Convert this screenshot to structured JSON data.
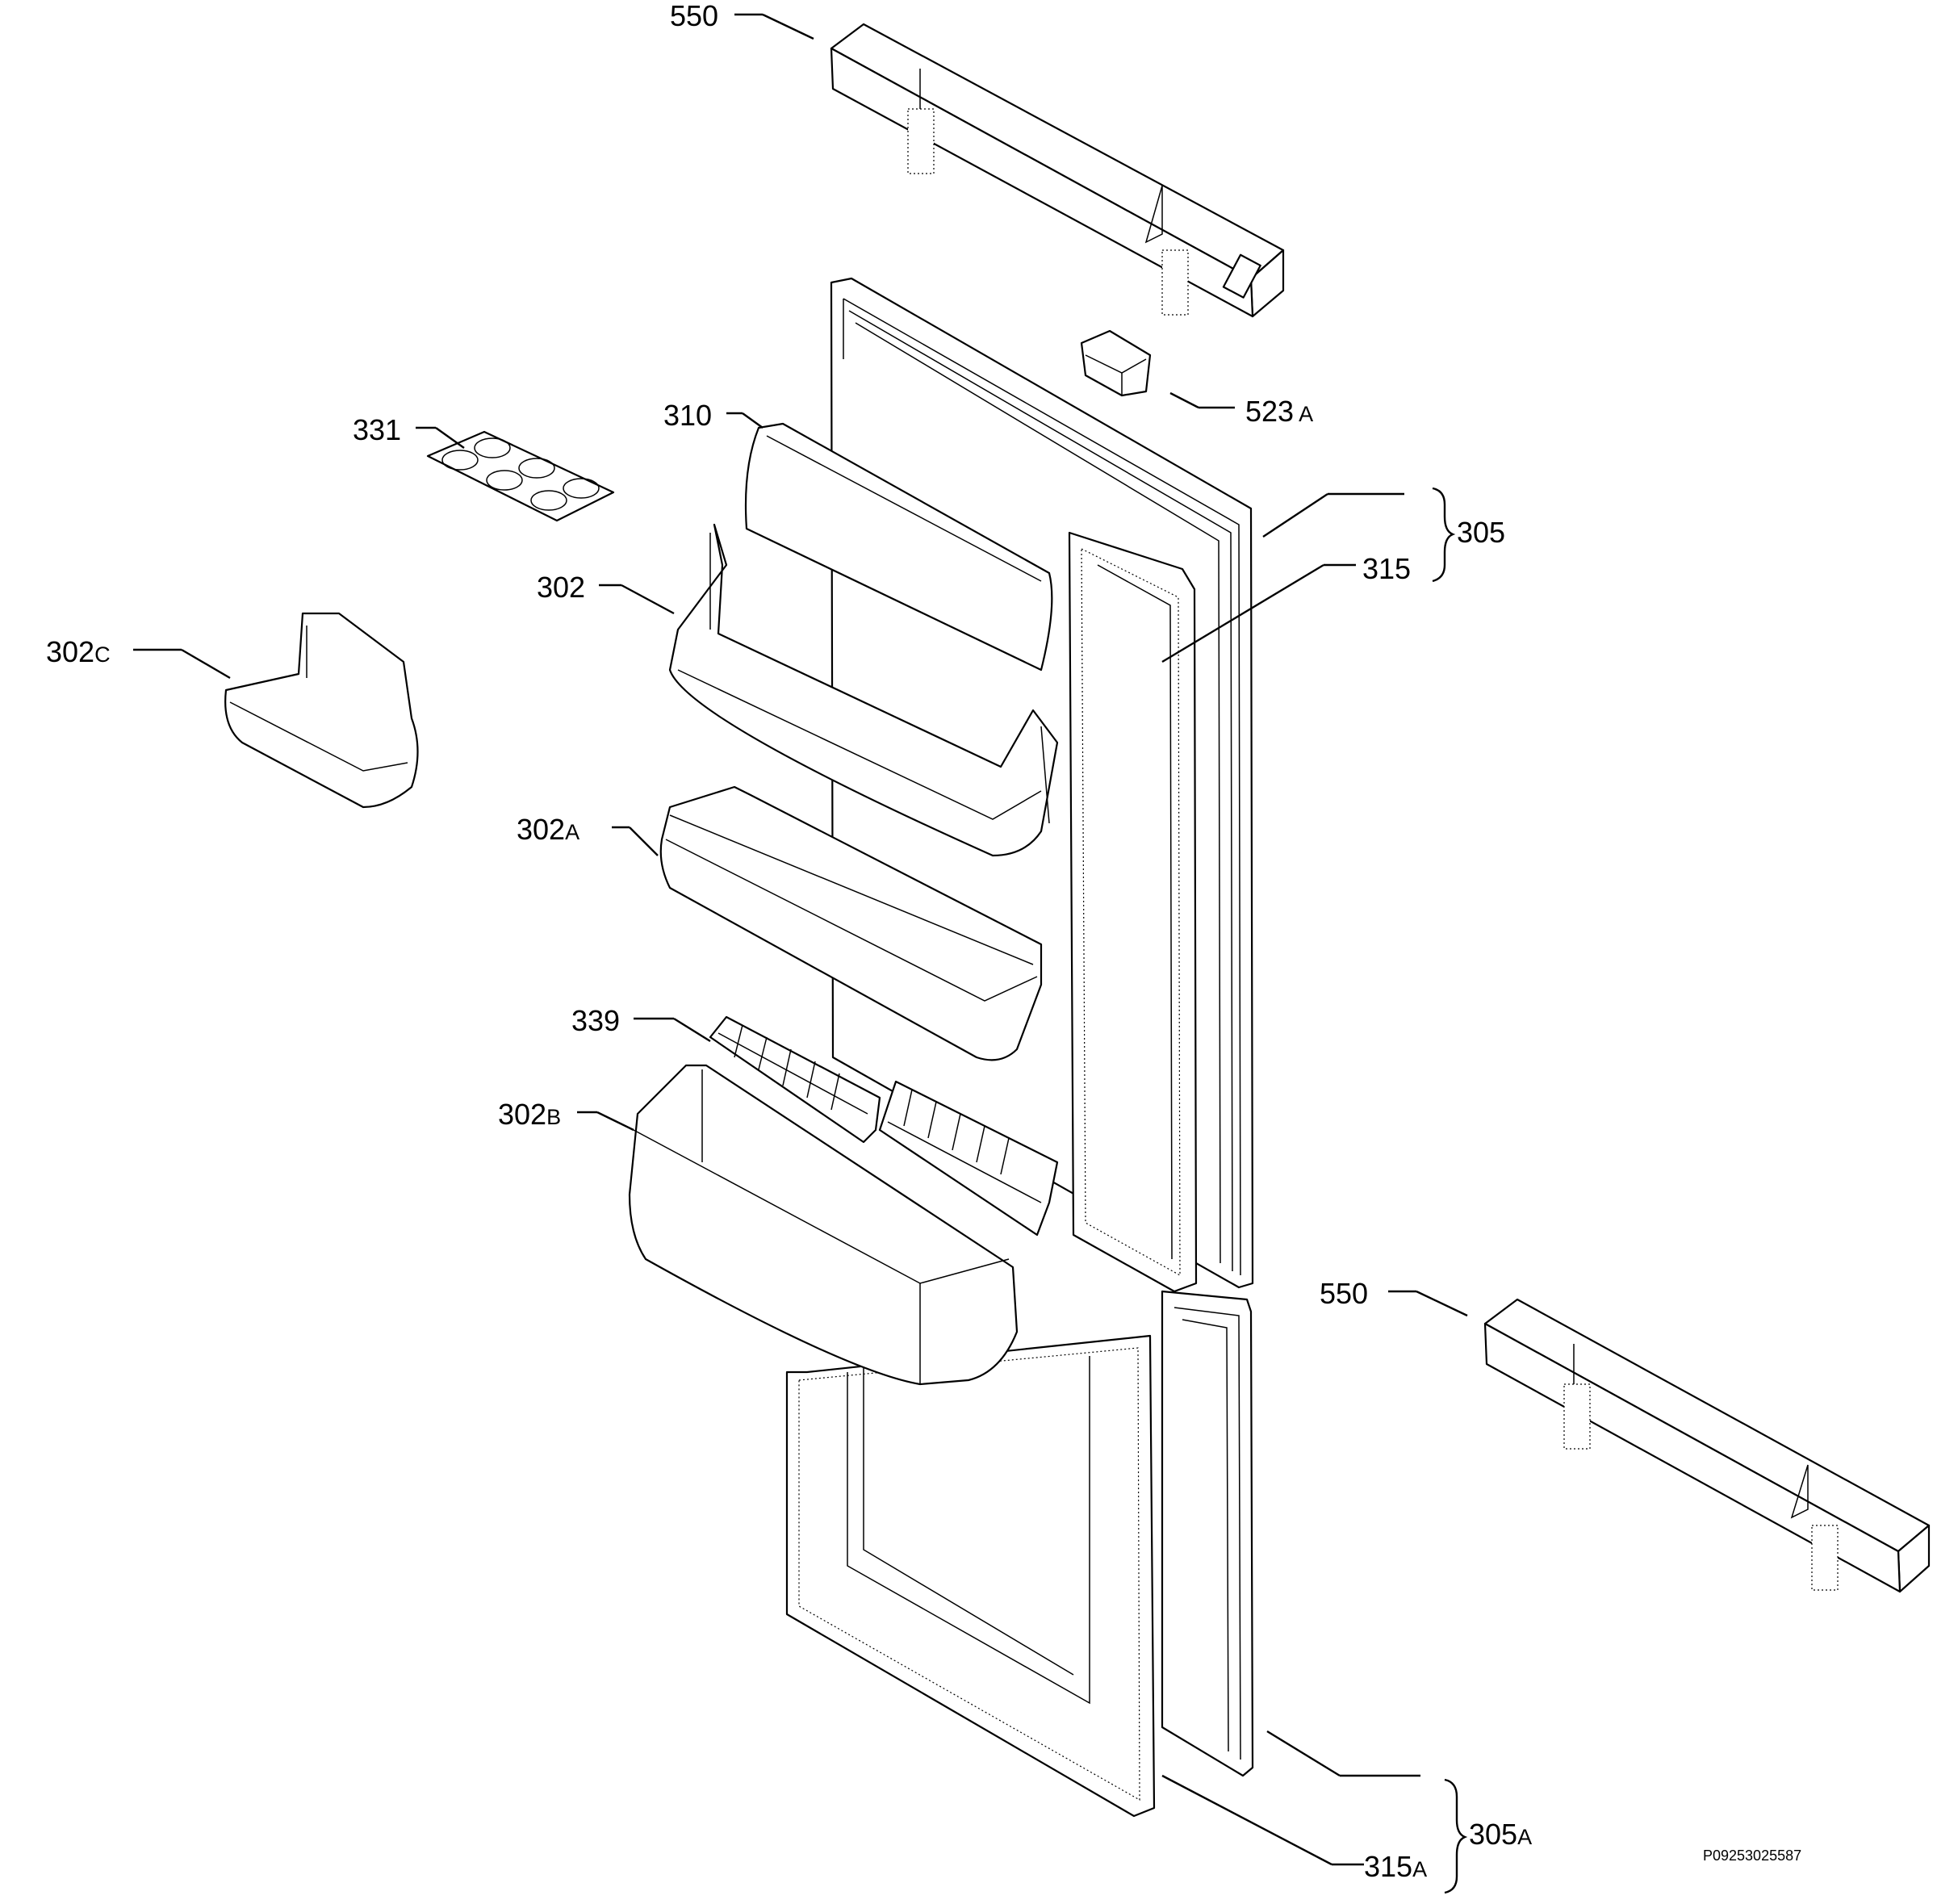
{
  "labels": [
    {
      "id": "550_top",
      "num": "550",
      "suffix": ""
    },
    {
      "id": "523a",
      "num": "523",
      "suffix": "A"
    },
    {
      "id": "331",
      "num": "331",
      "suffix": ""
    },
    {
      "id": "310",
      "num": "310",
      "suffix": ""
    },
    {
      "id": "305",
      "num": "305",
      "suffix": ""
    },
    {
      "id": "315",
      "num": "315",
      "suffix": ""
    },
    {
      "id": "302",
      "num": "302",
      "suffix": ""
    },
    {
      "id": "302c",
      "num": "302",
      "suffix": "C"
    },
    {
      "id": "302a",
      "num": "302",
      "suffix": "A"
    },
    {
      "id": "339",
      "num": "339",
      "suffix": ""
    },
    {
      "id": "302b",
      "num": "302",
      "suffix": "B"
    },
    {
      "id": "550_bottom",
      "num": "550",
      "suffix": ""
    },
    {
      "id": "305a",
      "num": "305",
      "suffix": "A"
    },
    {
      "id": "315a",
      "num": "315",
      "suffix": "A"
    }
  ],
  "drawing_code": "P09253025587"
}
